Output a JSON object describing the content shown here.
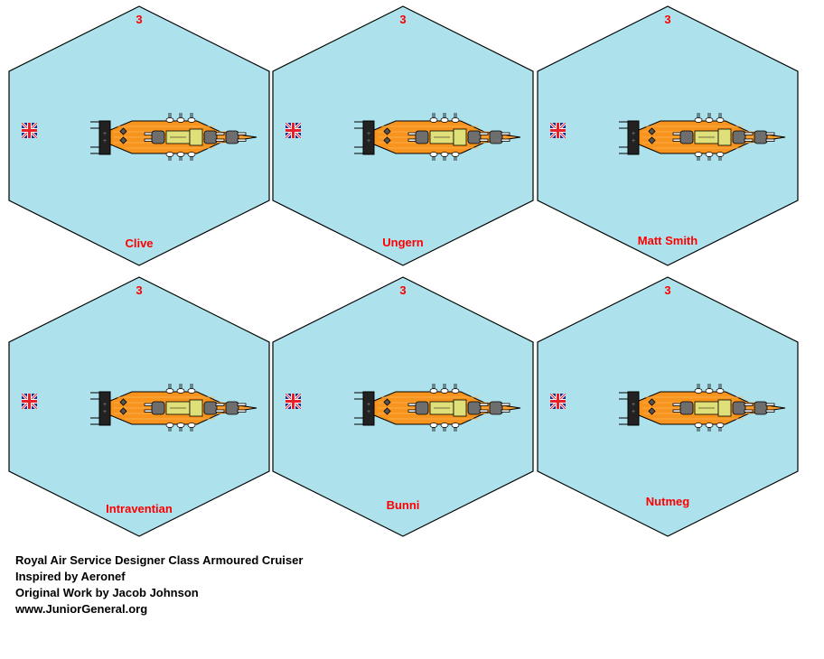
{
  "sheet": {
    "title": "Royal Air Service Designer Class Armoured Cruiser",
    "colors": {
      "hex_fill": "#ade1ec",
      "hex_stroke": "#000000",
      "text_red": "#ff0000",
      "hull": "#f7941d",
      "deck_lines": "#ffb257",
      "superstructure": "#e0e07a",
      "turret": "#6e6e6e",
      "stern": "#222222"
    },
    "flag_icon": "union-jack-icon"
  },
  "counters": [
    {
      "cost": "3",
      "name": "Clive"
    },
    {
      "cost": "3",
      "name": "Ungern"
    },
    {
      "cost": "3",
      "name": "Matt Smith"
    },
    {
      "cost": "3",
      "name": "Intraventian"
    },
    {
      "cost": "3",
      "name": "Bunni"
    },
    {
      "cost": "3",
      "name": "Nutmeg"
    }
  ],
  "credits": [
    "Royal Air Service Designer Class Armoured Cruiser",
    "Inspired by Aeronef",
    "Original Work by Jacob Johnson",
    "www.JuniorGeneral.org"
  ]
}
